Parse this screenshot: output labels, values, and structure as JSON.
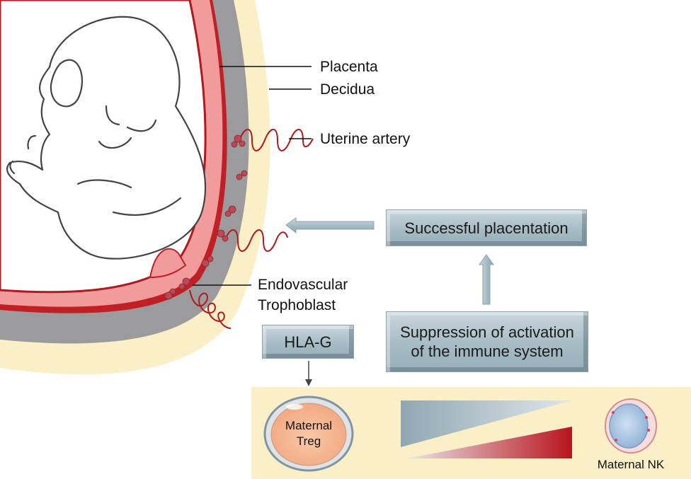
{
  "labels": {
    "placenta": "Placenta",
    "decidua": "Decidua",
    "uterine_artery": "Uterine artery",
    "endovascular_line1": "Endovascular",
    "endovascular_line2": "Trophoblast"
  },
  "boxes": {
    "hla_g": "HLA-G",
    "successful_placentation": "Successful placentation",
    "suppression_line1": "Suppression of activation",
    "suppression_line2": "of the immune system"
  },
  "cells": {
    "treg_line1": "Maternal",
    "treg_line2": "Treg",
    "nk": "Maternal NK"
  },
  "colors": {
    "decidua": "#fbefc8",
    "myometrium": "#9b9b9d",
    "placenta_fill": "#f29b9c",
    "placenta_edge": "#c01f26",
    "box": "#a7bcc5",
    "panel": "#fbefc8",
    "arrow": "#a9bdc5"
  }
}
